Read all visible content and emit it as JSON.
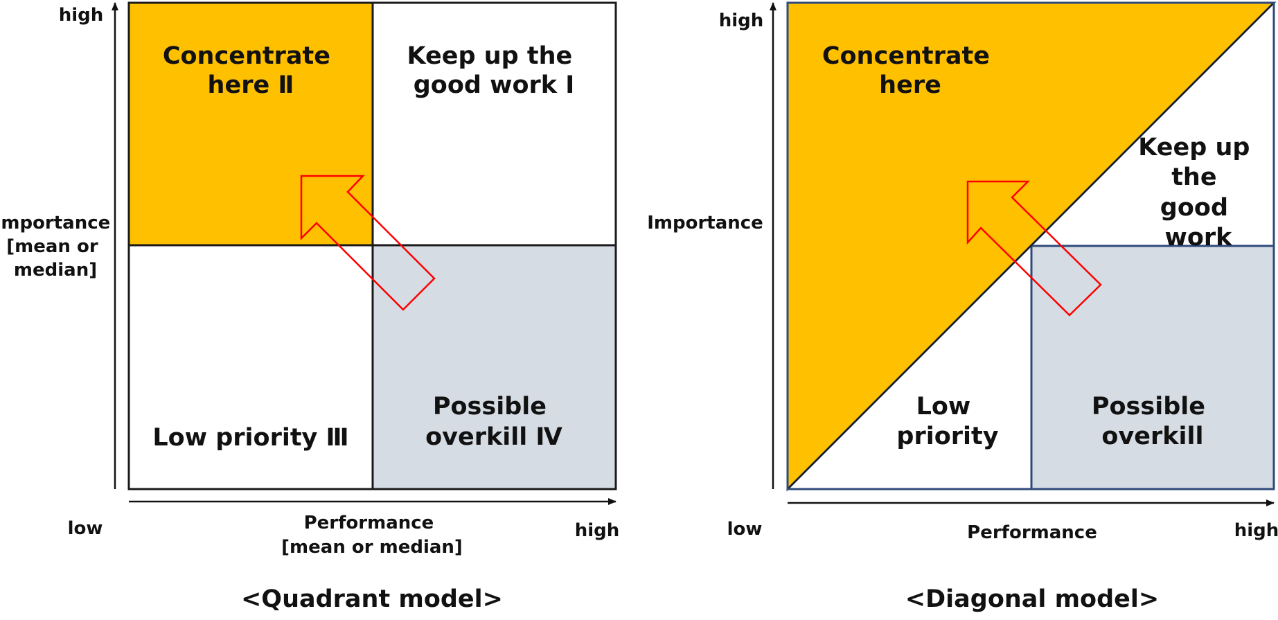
{
  "colors": {
    "concentrate": "#FFC000",
    "overkill": "#D6DCE4",
    "arrow": "#FF0000",
    "border": "#1A1A1A",
    "diagonal_border": "#2F4A7A"
  },
  "quadrant_model": {
    "caption": "<Quadrant model>",
    "y_axis": {
      "high": "high",
      "label_lines": [
        "Importance",
        "[mean or",
        "median]"
      ]
    },
    "x_axis": {
      "low": "low",
      "high": "high",
      "label_lines": [
        "Performance",
        "[mean or median]"
      ]
    },
    "cells": {
      "concentrate": [
        "Concentrate",
        "here Ⅱ"
      ],
      "keep_up": [
        "Keep up the",
        "good work Ⅰ"
      ],
      "low_priority": [
        "Low priority Ⅲ"
      ],
      "overkill": [
        "Possible",
        "overkill Ⅳ"
      ]
    }
  },
  "diagonal_model": {
    "caption": "<Diagonal model>",
    "y_axis": {
      "high": "high",
      "label_lines": [
        "Importance"
      ]
    },
    "x_axis": {
      "low": "low",
      "high": "high",
      "label_lines": [
        "Performance"
      ]
    },
    "cells": {
      "concentrate": [
        "Concentrate",
        "here"
      ],
      "keep_up": [
        "Keep up",
        "the",
        "good",
        "work"
      ],
      "low_priority": [
        "Low",
        "priority"
      ],
      "overkill": [
        "Possible",
        "overkill"
      ]
    }
  }
}
